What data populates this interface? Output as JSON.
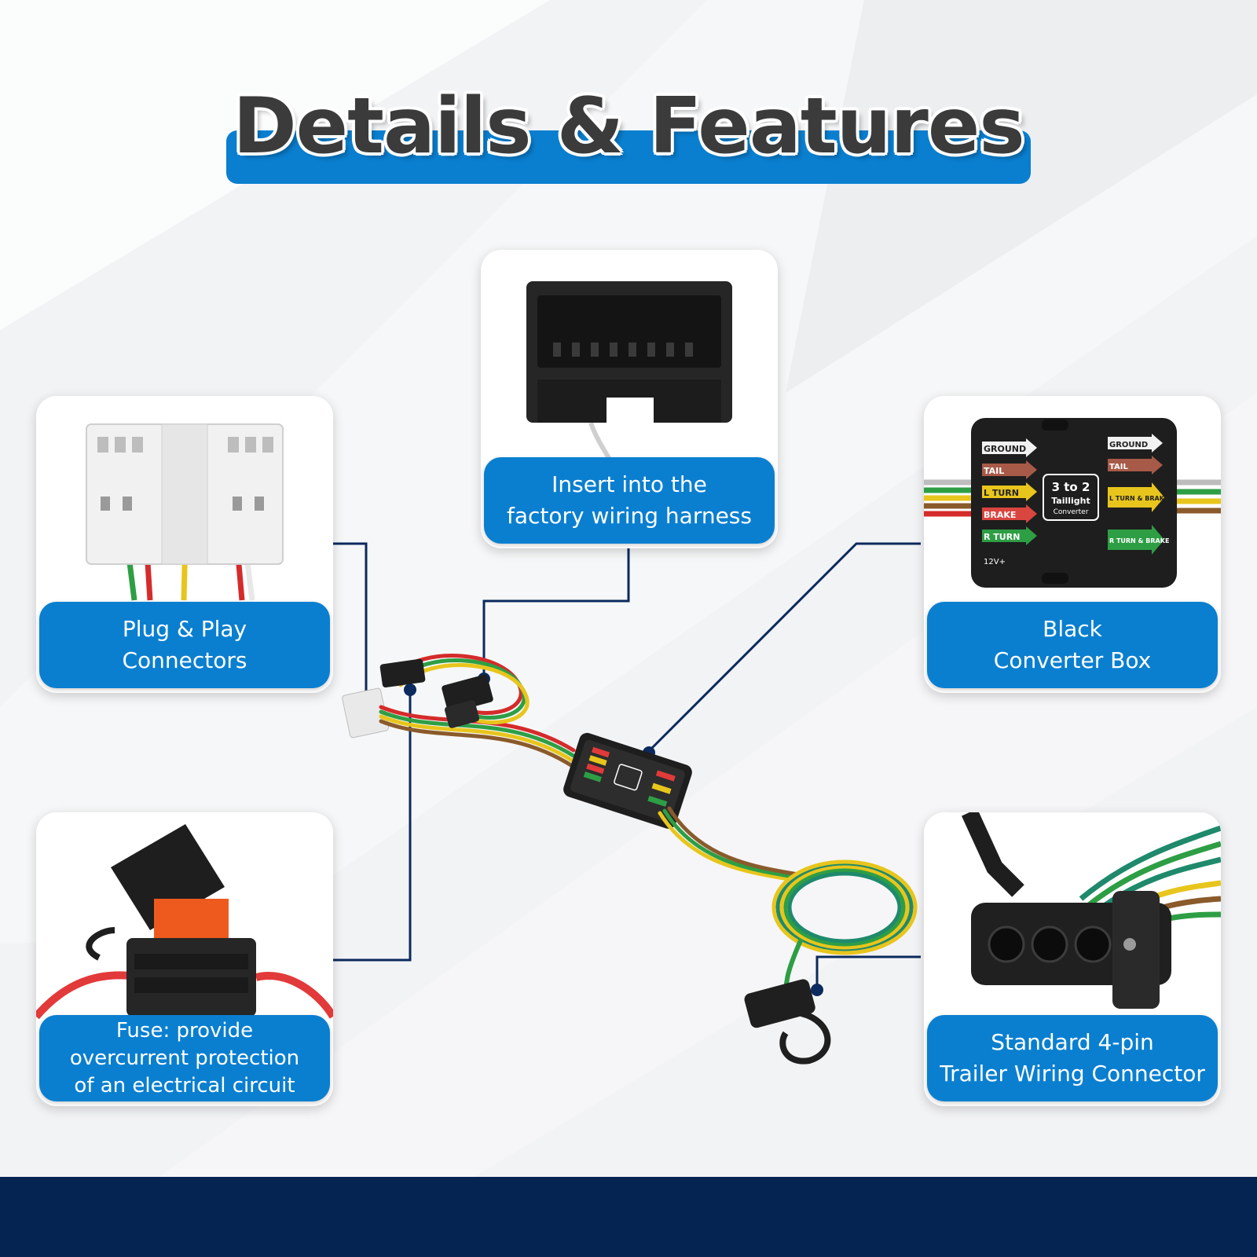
{
  "title": "Details & Features",
  "features": [
    {
      "id": "insert",
      "line1": "Insert into the",
      "line2": "factory wiring harness"
    },
    {
      "id": "plug",
      "line1": "Plug & Play",
      "line2": "Connectors"
    },
    {
      "id": "converter",
      "line1": "Black",
      "line2": "Converter Box"
    },
    {
      "id": "fuse",
      "line1": "Fuse: provide",
      "line2": "overcurrent protection",
      "line3": "of an electrical circuit"
    },
    {
      "id": "connector",
      "line1": "Standard 4-pin",
      "line2": "Trailer Wiring Connector"
    }
  ],
  "converter_box": {
    "left_labels": [
      "GROUND",
      "TAIL",
      "L TURN",
      "BRAKE",
      "R TURN"
    ],
    "right_labels": [
      "GROUND",
      "TAIL",
      "L TURN & BRAKE",
      "R TURN & BRAKE"
    ],
    "badge_line1": "3 to 2",
    "badge_line2": "Taillight",
    "badge_line3": "Converter",
    "voltage": "12V+"
  },
  "colors": {
    "accent": "#0a7fd0",
    "footer": "#062452",
    "leader_line": "#0b2a5e"
  }
}
